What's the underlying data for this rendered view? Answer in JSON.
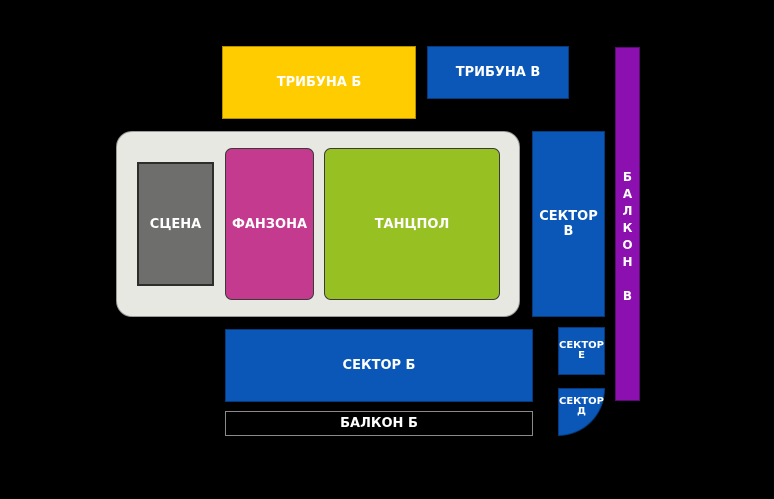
{
  "map": {
    "tribuna_b": {
      "label": "ТРИБУНА Б",
      "color": "#ffcc00"
    },
    "tribuna_v": {
      "label": "ТРИБУНА В",
      "color": "#0a57b8"
    },
    "balkon_v": {
      "label": "БАЛКОН В",
      "color": "#8c0fb0"
    },
    "scena": {
      "label": "СЦЕНА",
      "color": "#6e6e6d"
    },
    "fanzona": {
      "label": "ФАНЗОНА",
      "color": "#c43a8e"
    },
    "tancpol": {
      "label": "ТАНЦПОЛ",
      "color": "#97c123"
    },
    "sektor_v": {
      "label": "СЕКТОР В",
      "color": "#0a57b8"
    },
    "sektor_b": {
      "label": "СЕКТОР Б",
      "color": "#0a57b8"
    },
    "sektor_e": {
      "label": "СЕКТОР Е",
      "color": "#0a57b8"
    },
    "sektor_d": {
      "label": "СЕКТОР Д",
      "color": "#0a57b8"
    },
    "balkon_b": {
      "label": "БАЛКОН Б",
      "color": "#000000"
    },
    "floor_color": "#e6e8e1"
  }
}
